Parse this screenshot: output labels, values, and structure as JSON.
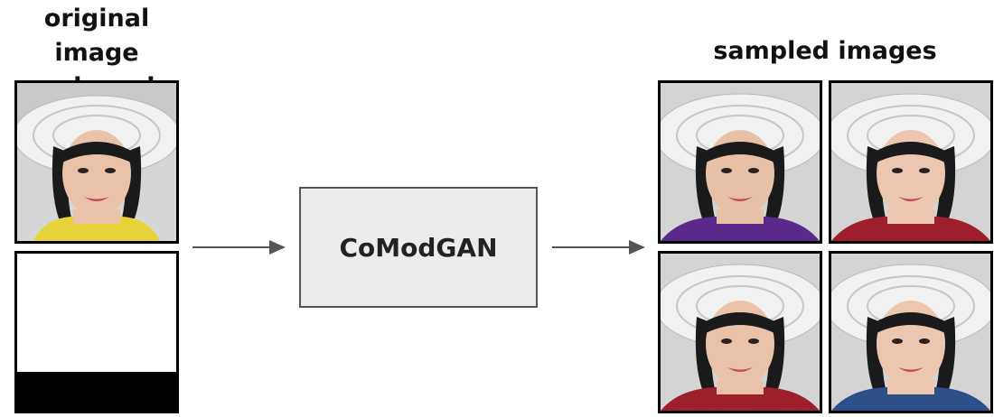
{
  "input": {
    "heading_line1": "original image",
    "heading_line2": "and mask"
  },
  "model": {
    "label": "CoModGAN"
  },
  "output": {
    "heading": "sampled images"
  },
  "colors": {
    "box_fill": "#ececec",
    "box_border": "#555555",
    "arrow": "#555555",
    "hat": "#eeeeee",
    "skin": "#e9c2a8",
    "hair": "#1b1a1a",
    "collar_original": "#e8d23a",
    "collar_sample1": "#5a2a8a",
    "collar_sample2": "#9c1f2b",
    "collar_sample3": "#9c1f2b",
    "collar_sample4": "#2c4f88"
  }
}
